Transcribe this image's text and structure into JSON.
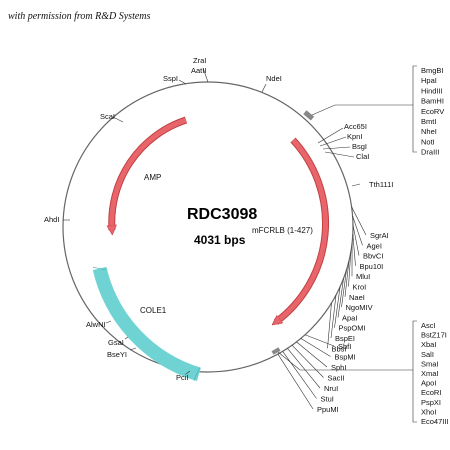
{
  "permission_note": "with permission from R&D Systems",
  "plasmid": {
    "name": "RDC3098",
    "size_label": "4031 bps"
  },
  "features": [
    {
      "id": "amp",
      "label": "AMP",
      "color": "#e8666b"
    },
    {
      "id": "mfcrlb",
      "label": "mFCRLB (1-427)",
      "color": "#e8666b"
    },
    {
      "id": "cole1",
      "label": "COLE1",
      "color": "#6fd3d3"
    }
  ],
  "restriction_sites": {
    "zral": "ZraI",
    "aatii": "AatII",
    "sspi": "SspI",
    "ndei": "NdeI",
    "scai": "ScaI",
    "ahdi": "AhdI",
    "alwni": "AlwNI",
    "gsai": "GsaI",
    "bseyi": "BseYI",
    "pcii": "PciI",
    "tth111i": "Tth111I",
    "acc65i": "Acc65I",
    "kpni": "KpnI",
    "bsgi": "BsgI",
    "clai": "ClaI"
  },
  "right_group_top": [
    "BmgBI",
    "HpaI",
    "HindIII",
    "BamHI",
    "EcoRV",
    "BmtI",
    "NheI",
    "NotI",
    "DraIII"
  ],
  "right_group_mid": [
    "SgrAI",
    "AgeI",
    "BbvCI",
    "Bpu10I",
    "MluI",
    "KroI",
    "NaeI",
    "NgoMIV",
    "ApaI",
    "PspOMI",
    "BspEI",
    "BbsI"
  ],
  "right_group_bottom": [
    "AscI",
    "BstZ17I",
    "XbaI",
    "SalI",
    "SmaI",
    "XmaI",
    "ApoI",
    "EcoRI",
    "PspXI",
    "XhoI",
    "Eco47III"
  ],
  "bottom_cluster": [
    "SbfI",
    "BspMI",
    "SphI",
    "SacII",
    "NruI",
    "StuI",
    "PpuMI"
  ],
  "colors": {
    "backbone": "#666666",
    "feature_arrow": "#e8666b",
    "ori": "#6fd3d3"
  }
}
